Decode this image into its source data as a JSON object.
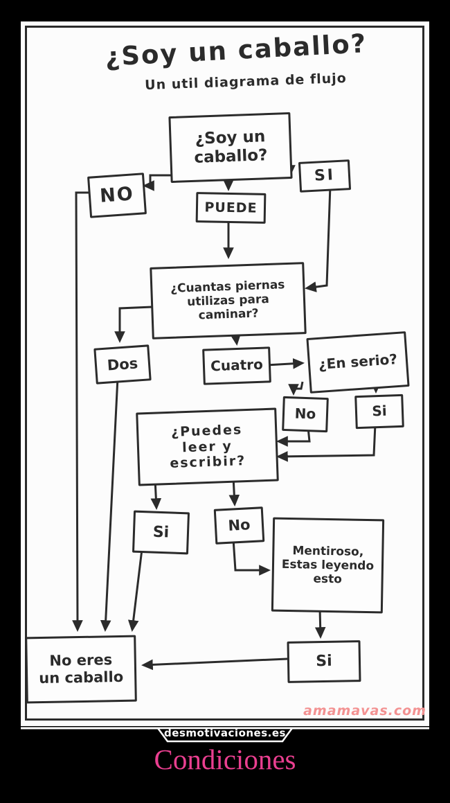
{
  "image": {
    "title": "¿Soy un caballo?",
    "subtitle": "Un util diagrama de flujo",
    "nodes": {
      "soy": "¿Soy un\ncaballo?",
      "no_top": "NO",
      "si_top": "SI",
      "puede": "PUEDE",
      "cuantas": "¿Cuantas piernas\nutilizas para\ncaminar?",
      "dos": "Dos",
      "cuatro": "Cuatro",
      "en_serio": "¿En serio?",
      "no_mid": "No",
      "si_mid": "Si",
      "puedes": "¿Puedes\nleer y\nescribir?",
      "si_left": "Si",
      "no_center": "No",
      "mentiroso": "Mentiroso,\nEstas leyendo\nesto",
      "no_eres": "No eres\nun caballo",
      "si_bottom": "Si"
    },
    "edges": [
      {
        "from": "soy",
        "to": "no_top"
      },
      {
        "from": "soy",
        "to": "si_top"
      },
      {
        "from": "soy",
        "to": "puede"
      },
      {
        "from": "puede",
        "to": "cuantas"
      },
      {
        "from": "si_top",
        "to": "cuantas"
      },
      {
        "from": "cuantas",
        "to": "dos"
      },
      {
        "from": "cuantas",
        "to": "cuatro"
      },
      {
        "from": "cuatro",
        "to": "en_serio"
      },
      {
        "from": "en_serio",
        "to": "no_mid"
      },
      {
        "from": "en_serio",
        "to": "si_mid"
      },
      {
        "from": "no_mid",
        "to": "puedes"
      },
      {
        "from": "si_mid",
        "to": "puedes"
      },
      {
        "from": "puedes",
        "to": "si_left"
      },
      {
        "from": "puedes",
        "to": "no_center"
      },
      {
        "from": "no_center",
        "to": "mentiroso"
      },
      {
        "from": "mentiroso",
        "to": "si_bottom"
      },
      {
        "from": "si_bottom",
        "to": "no_eres"
      },
      {
        "from": "no_top",
        "to": "no_eres"
      },
      {
        "from": "dos",
        "to": "no_eres"
      },
      {
        "from": "si_left",
        "to": "no_eres"
      }
    ],
    "watermark": "amamavas.com",
    "colors": {
      "paper": "#fcfcfc",
      "ink": "#2b2b2b",
      "watermark": "#f39292"
    }
  },
  "site": {
    "name": "desmotivaciones.es",
    "tab_text_color": "#ffffff",
    "background": "#000000"
  },
  "caption": {
    "text": "Condiciones",
    "color": "#ea3f90"
  }
}
